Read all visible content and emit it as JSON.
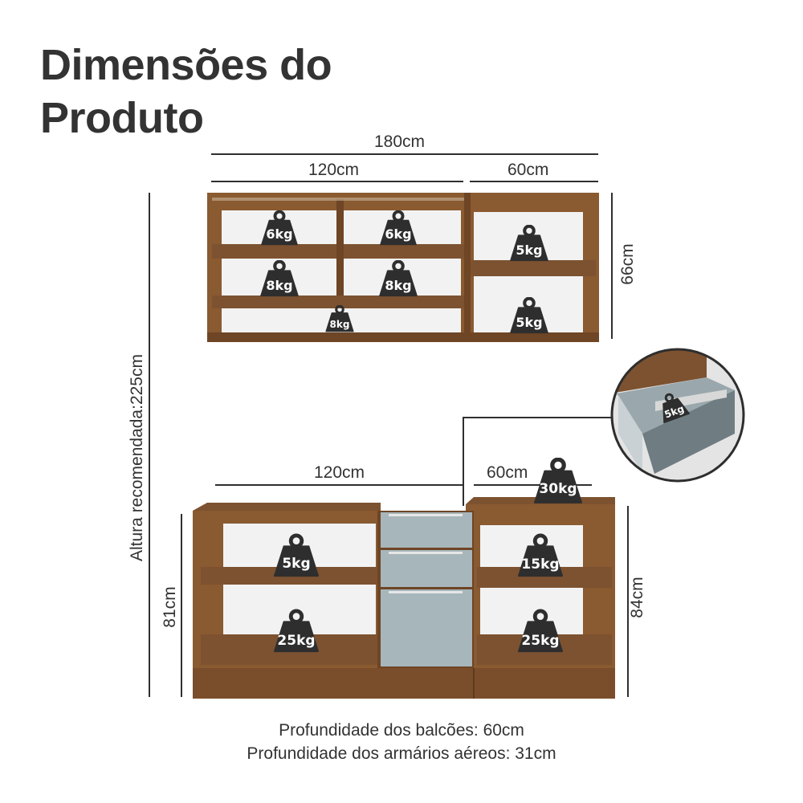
{
  "title": {
    "line1": "Dimensões do",
    "line2": "Produto"
  },
  "dimensions": {
    "total_width": "180cm",
    "upper_left_width": "120cm",
    "upper_right_width": "60cm",
    "upper_height": "66cm",
    "recommended_height": "Altura recomendada:225cm",
    "lower_left_width": "120cm",
    "lower_right_width": "60cm",
    "lower_left_height": "81cm",
    "lower_right_height": "84cm"
  },
  "weights": {
    "upper_left_top_1": "6kg",
    "upper_left_top_2": "6kg",
    "upper_left_mid_1": "8kg",
    "upper_left_mid_2": "8kg",
    "upper_left_bottom": "8kg",
    "upper_right_top": "5kg",
    "upper_right_bottom": "5kg",
    "drawer_detail": "5kg",
    "countertop": "30kg",
    "lower_left_top": "5kg",
    "lower_left_bottom": "25kg",
    "lower_right_top": "15kg",
    "lower_right_bottom": "25kg"
  },
  "footer": {
    "line1": "Profundidade dos balcões: 60cm",
    "line2": "Profundidade dos armários aéreos: 31cm"
  },
  "colors": {
    "wood": "#8a5a31",
    "wood_dark": "#6e4525",
    "interior": "#f2f2f2",
    "glass": "#a7b6bb",
    "weight_icon": "#2e2e2e",
    "text": "#333333"
  }
}
